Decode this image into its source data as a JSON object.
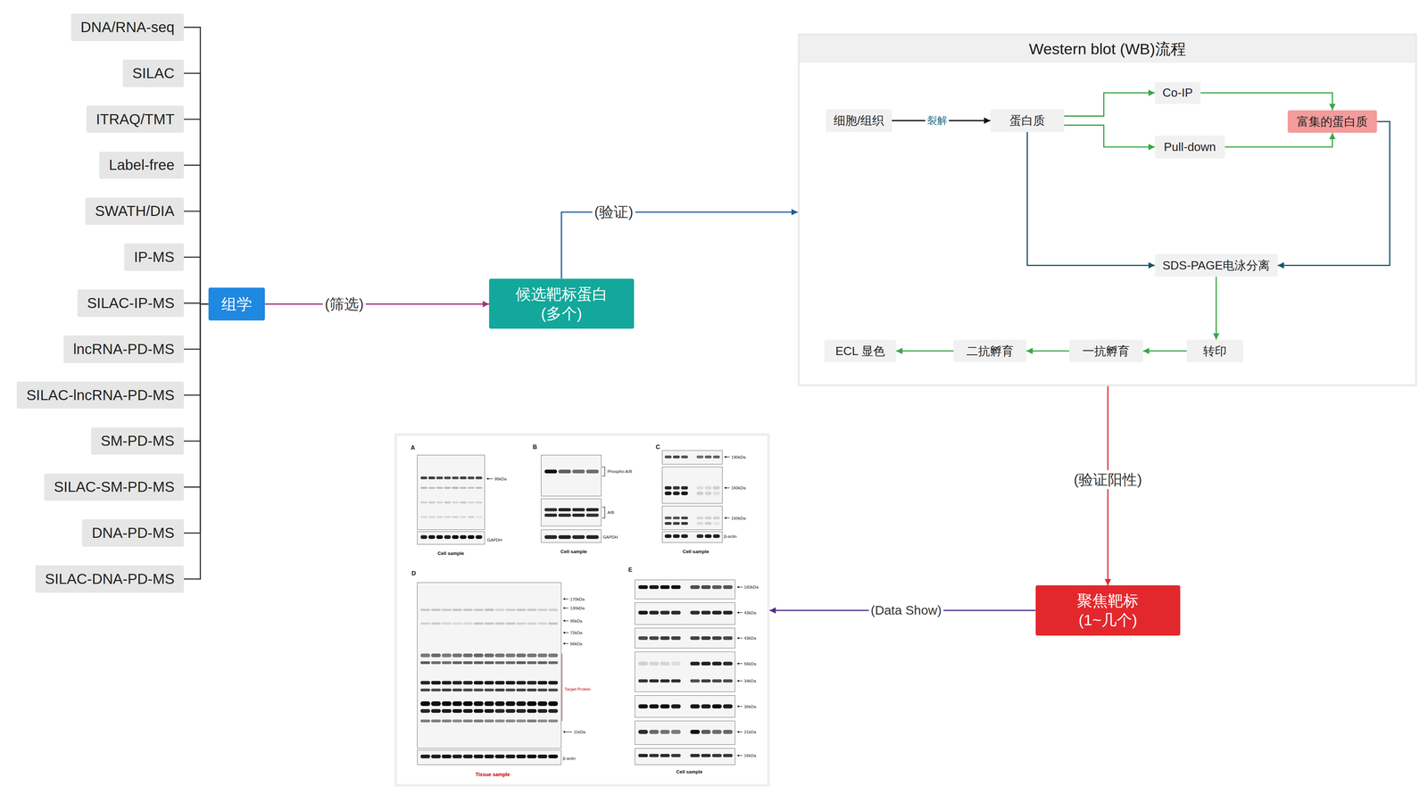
{
  "diagram": {
    "nodes": [
      {
        "text": [
          "DNA/RNA-seq"
        ]
      },
      {
        "text": [
          "SILAC"
        ]
      },
      {
        "text": [
          "ITRAQ/TMT"
        ]
      },
      {
        "text": [
          "Label-free"
        ]
      },
      {
        "text": [
          "SWATH/DIA"
        ]
      },
      {
        "text": [
          "IP-MS"
        ]
      },
      {
        "text": [
          "SILAC-IP-MS"
        ]
      },
      {
        "text": [
          "lncRNA-PD-MS"
        ]
      },
      {
        "text": [
          "SILAC-lncRNA-PD-MS"
        ]
      },
      {
        "text": [
          "SM-PD-MS"
        ]
      },
      {
        "text": [
          "SILAC-SM-PD-MS"
        ]
      },
      {
        "text": [
          "DNA-PD-MS"
        ]
      },
      {
        "text": [
          "SILAC-DNA-PD-MS"
        ]
      },
      {
        "text": [
          "组学"
        ]
      },
      {
        "text": [
          "候选靶标蛋白 (多个)"
        ]
      },
      {
        "text": [
          "Western blot (WB)流程"
        ]
      },
      {
        "text": [
          "细胞/组织"
        ],
        "in": 15
      },
      {
        "text": [
          "蛋白质"
        ],
        "in": 15
      },
      {
        "text": [
          "Co-IP"
        ],
        "in": 15
      },
      {
        "text": [
          "Pull-down"
        ],
        "in": 15
      },
      {
        "text": [
          "富集的蛋白质"
        ],
        "in": 15
      },
      {
        "text": [
          "SDS-PAGE电泳分离"
        ],
        "in": 15
      },
      {
        "text": [
          "转印"
        ],
        "in": 15
      },
      {
        "text": [
          "一抗孵育"
        ],
        "in": 15
      },
      {
        "text": [
          "二抗孵育"
        ],
        "in": 15
      },
      {
        "text": [
          "ECL 显色"
        ],
        "in": 15
      },
      {
        "text": [
          "聚焦靶标 (1~几个)"
        ]
      },
      {
        "text": [
          "A",
          "95kDa",
          "GAPDH",
          "Cell sample",
          "B",
          "Phospho-A/B",
          "A/B",
          "GAPDH",
          "Cell sample",
          "C",
          "190kDa",
          "160kDa",
          "160kDa",
          "β-actin",
          "Cell sample",
          "D",
          "170kDa",
          "130kDa",
          "95kDa",
          "72kDa",
          "56kDa",
          "Target Protein",
          "11kDa",
          "β-actin",
          "Tissue sample",
          "E",
          "183kDa",
          "43kDa",
          "43kDa",
          "56kDa",
          "34kDa",
          "36kDa",
          "21kDa",
          "16kDa",
          "Cell sample"
        ]
      }
    ],
    "edges": [
      {
        "from": 0,
        "to": 13,
        "arrow": "none"
      },
      {
        "from": 1,
        "to": 13,
        "arrow": "none"
      },
      {
        "from": 2,
        "to": 13,
        "arrow": "none"
      },
      {
        "from": 3,
        "to": 13,
        "arrow": "none"
      },
      {
        "from": 4,
        "to": 13,
        "arrow": "none"
      },
      {
        "from": 5,
        "to": 13,
        "arrow": "none"
      },
      {
        "from": 6,
        "to": 13,
        "arrow": "none"
      },
      {
        "from": 7,
        "to": 13,
        "arrow": "none"
      },
      {
        "from": 8,
        "to": 13,
        "arrow": "none"
      },
      {
        "from": 9,
        "to": 13,
        "arrow": "none"
      },
      {
        "from": 10,
        "to": 13,
        "arrow": "none"
      },
      {
        "from": 11,
        "to": 13,
        "arrow": "none"
      },
      {
        "from": 12,
        "to": 13,
        "arrow": "none"
      },
      {
        "from": 13,
        "to": 14,
        "label": "(筛选)",
        "arrow": "to"
      },
      {
        "from": 14,
        "to": 15,
        "label": "(验证)",
        "arrow": "to"
      },
      {
        "from": 16,
        "to": 17,
        "label": "裂解",
        "arrow": "to"
      },
      {
        "from": 17,
        "to": 18,
        "arrow": "to"
      },
      {
        "from": 17,
        "to": 19,
        "arrow": "to"
      },
      {
        "from": 18,
        "to": 20,
        "arrow": "to"
      },
      {
        "from": 19,
        "to": 20,
        "arrow": "to"
      },
      {
        "from": 20,
        "to": 21,
        "arrow": "to"
      },
      {
        "from": 17,
        "to": 21,
        "arrow": "to"
      },
      {
        "from": 21,
        "to": 22,
        "arrow": "to"
      },
      {
        "from": 22,
        "to": 23,
        "arrow": "to"
      },
      {
        "from": 23,
        "to": 24,
        "arrow": "to"
      },
      {
        "from": 24,
        "to": 25,
        "arrow": "to"
      },
      {
        "from": 15,
        "to": 26,
        "label": "(验证阳性)",
        "arrow": "to"
      },
      {
        "from": 26,
        "to": 27,
        "label": "(Data Show)",
        "arrow": "to"
      }
    ]
  }
}
